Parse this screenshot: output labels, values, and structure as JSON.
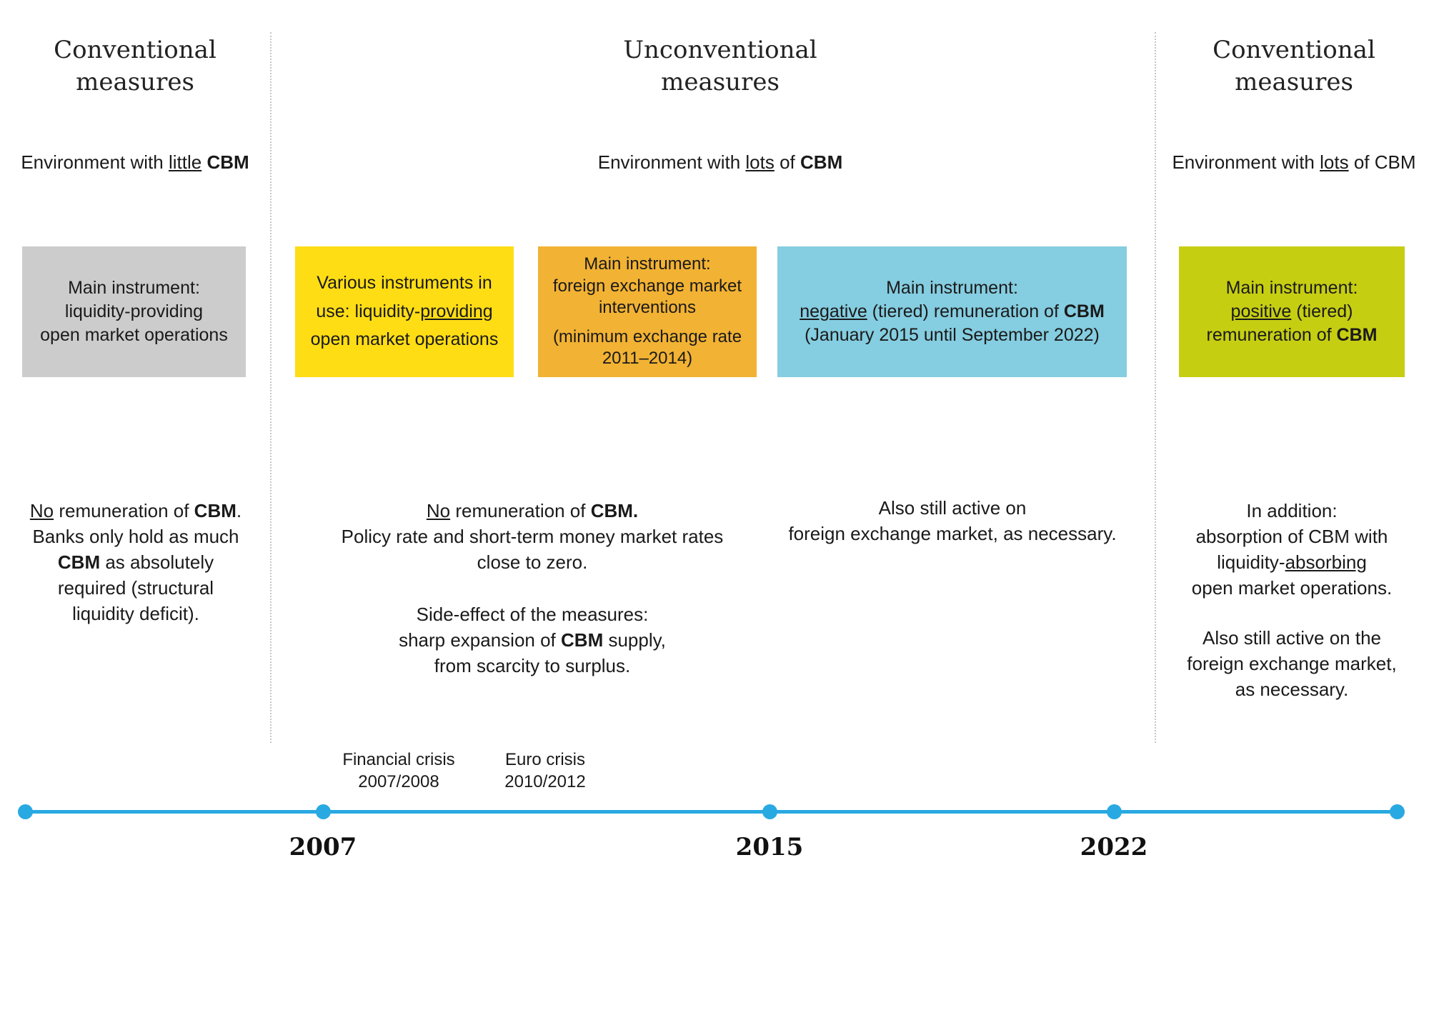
{
  "colors": {
    "gray_box": "#cccccc",
    "yellow_box": "#ffdd15",
    "orange_box": "#f2b233",
    "blue_box": "#85cde0",
    "green_box": "#c6ce12",
    "timeline": "#29a9e1"
  },
  "headers": {
    "left": "Conventional\nmeasures",
    "middle": "Unconventional\nmeasures",
    "right": "Conventional\nmeasures"
  },
  "environment": {
    "left": [
      [
        {
          "t": "Environment with "
        },
        {
          "t": "little",
          "u": true
        },
        {
          "t": " "
        },
        {
          "t": "CBM",
          "b": true
        }
      ]
    ],
    "middle": [
      [
        {
          "t": "Environment with "
        },
        {
          "t": "lots",
          "u": true
        },
        {
          "t": " of "
        },
        {
          "t": "CBM",
          "b": true
        }
      ]
    ],
    "right": [
      [
        {
          "t": "Environment with "
        },
        {
          "t": "lots",
          "u": true
        },
        {
          "t": " of CBM"
        }
      ]
    ]
  },
  "boxes": {
    "gray": [
      [
        {
          "t": "Main instrument:"
        }
      ],
      [
        {
          "t": "liquidity-providing"
        }
      ],
      [
        {
          "t": "open market operations"
        }
      ]
    ],
    "yellow": [
      [
        {
          "t": "Various instruments in"
        }
      ],
      [
        {
          "t": "use: liquidity-"
        },
        {
          "t": "providing",
          "u": true
        }
      ],
      [
        {
          "t": "open market operations"
        }
      ]
    ],
    "orange": [
      [
        {
          "t": "Main instrument:"
        }
      ],
      [
        {
          "t": "foreign exchange market"
        }
      ],
      [
        {
          "t": "interventions"
        }
      ],
      {
        "gap": 0.35
      },
      [
        {
          "t": "(minimum exchange rate"
        }
      ],
      [
        {
          "t": "2011–2014)"
        }
      ]
    ],
    "blue": [
      [
        {
          "t": "Main instrument:"
        }
      ],
      [
        {
          "t": "negative",
          "u": true
        },
        {
          "t": " (tiered) remuneration of "
        },
        {
          "t": "CBM",
          "b": true
        }
      ],
      [
        {
          "t": "(January 2015 until September 2022)"
        }
      ]
    ],
    "green": [
      [
        {
          "t": "Main instrument:"
        }
      ],
      [
        {
          "t": "positive",
          "u": true
        },
        {
          "t": " (tiered)"
        }
      ],
      [
        {
          "t": "remuneration of "
        },
        {
          "t": "CBM",
          "b": true
        }
      ]
    ]
  },
  "notes": {
    "left": [
      [
        {
          "t": "No",
          "u": true
        },
        {
          "t": " remuneration of "
        },
        {
          "t": "CBM",
          "b": true
        },
        {
          "t": "."
        }
      ],
      [
        {
          "t": "Banks only hold as much"
        }
      ],
      [
        {
          "t": "CBM",
          "b": true
        },
        {
          "t": " as absolutely"
        }
      ],
      [
        {
          "t": "required (structural"
        }
      ],
      [
        {
          "t": "liquidity deficit)."
        }
      ]
    ],
    "middle": [
      [
        {
          "t": "No",
          "u": true
        },
        {
          "t": " remuneration of "
        },
        {
          "t": "CBM.",
          "b": true
        }
      ],
      [
        {
          "t": "Policy rate and short-term money market rates"
        }
      ],
      [
        {
          "t": "close to zero."
        }
      ],
      {
        "gap": 1.1
      },
      [
        {
          "t": "Side-effect of the measures:"
        }
      ],
      [
        {
          "t": "sharp expansion of "
        },
        {
          "t": "CBM",
          "b": true
        },
        {
          "t": " supply,"
        }
      ],
      [
        {
          "t": "from scarcity to surplus."
        }
      ]
    ],
    "fx": [
      [
        {
          "t": "Also still active on"
        }
      ],
      [
        {
          "t": "foreign exchange market, as necessary."
        }
      ]
    ],
    "right": [
      [
        {
          "t": "In addition:"
        }
      ],
      [
        {
          "t": "absorption of CBM with"
        }
      ],
      [
        {
          "t": "liquidity-"
        },
        {
          "t": "absorbing",
          "u": true
        }
      ],
      [
        {
          "t": "open market operations."
        }
      ],
      {
        "gap": 1.0
      },
      [
        {
          "t": "Also still active on the"
        }
      ],
      [
        {
          "t": "foreign exchange market,"
        }
      ],
      [
        {
          "t": "as necessary."
        }
      ]
    ]
  },
  "timeline": {
    "years": [
      {
        "label": "2007"
      },
      {
        "label": "2015"
      },
      {
        "label": "2022"
      }
    ],
    "events": [
      {
        "label": "Financial crisis\n2007/2008"
      },
      {
        "label": "Euro crisis\n2010/2012"
      }
    ]
  }
}
